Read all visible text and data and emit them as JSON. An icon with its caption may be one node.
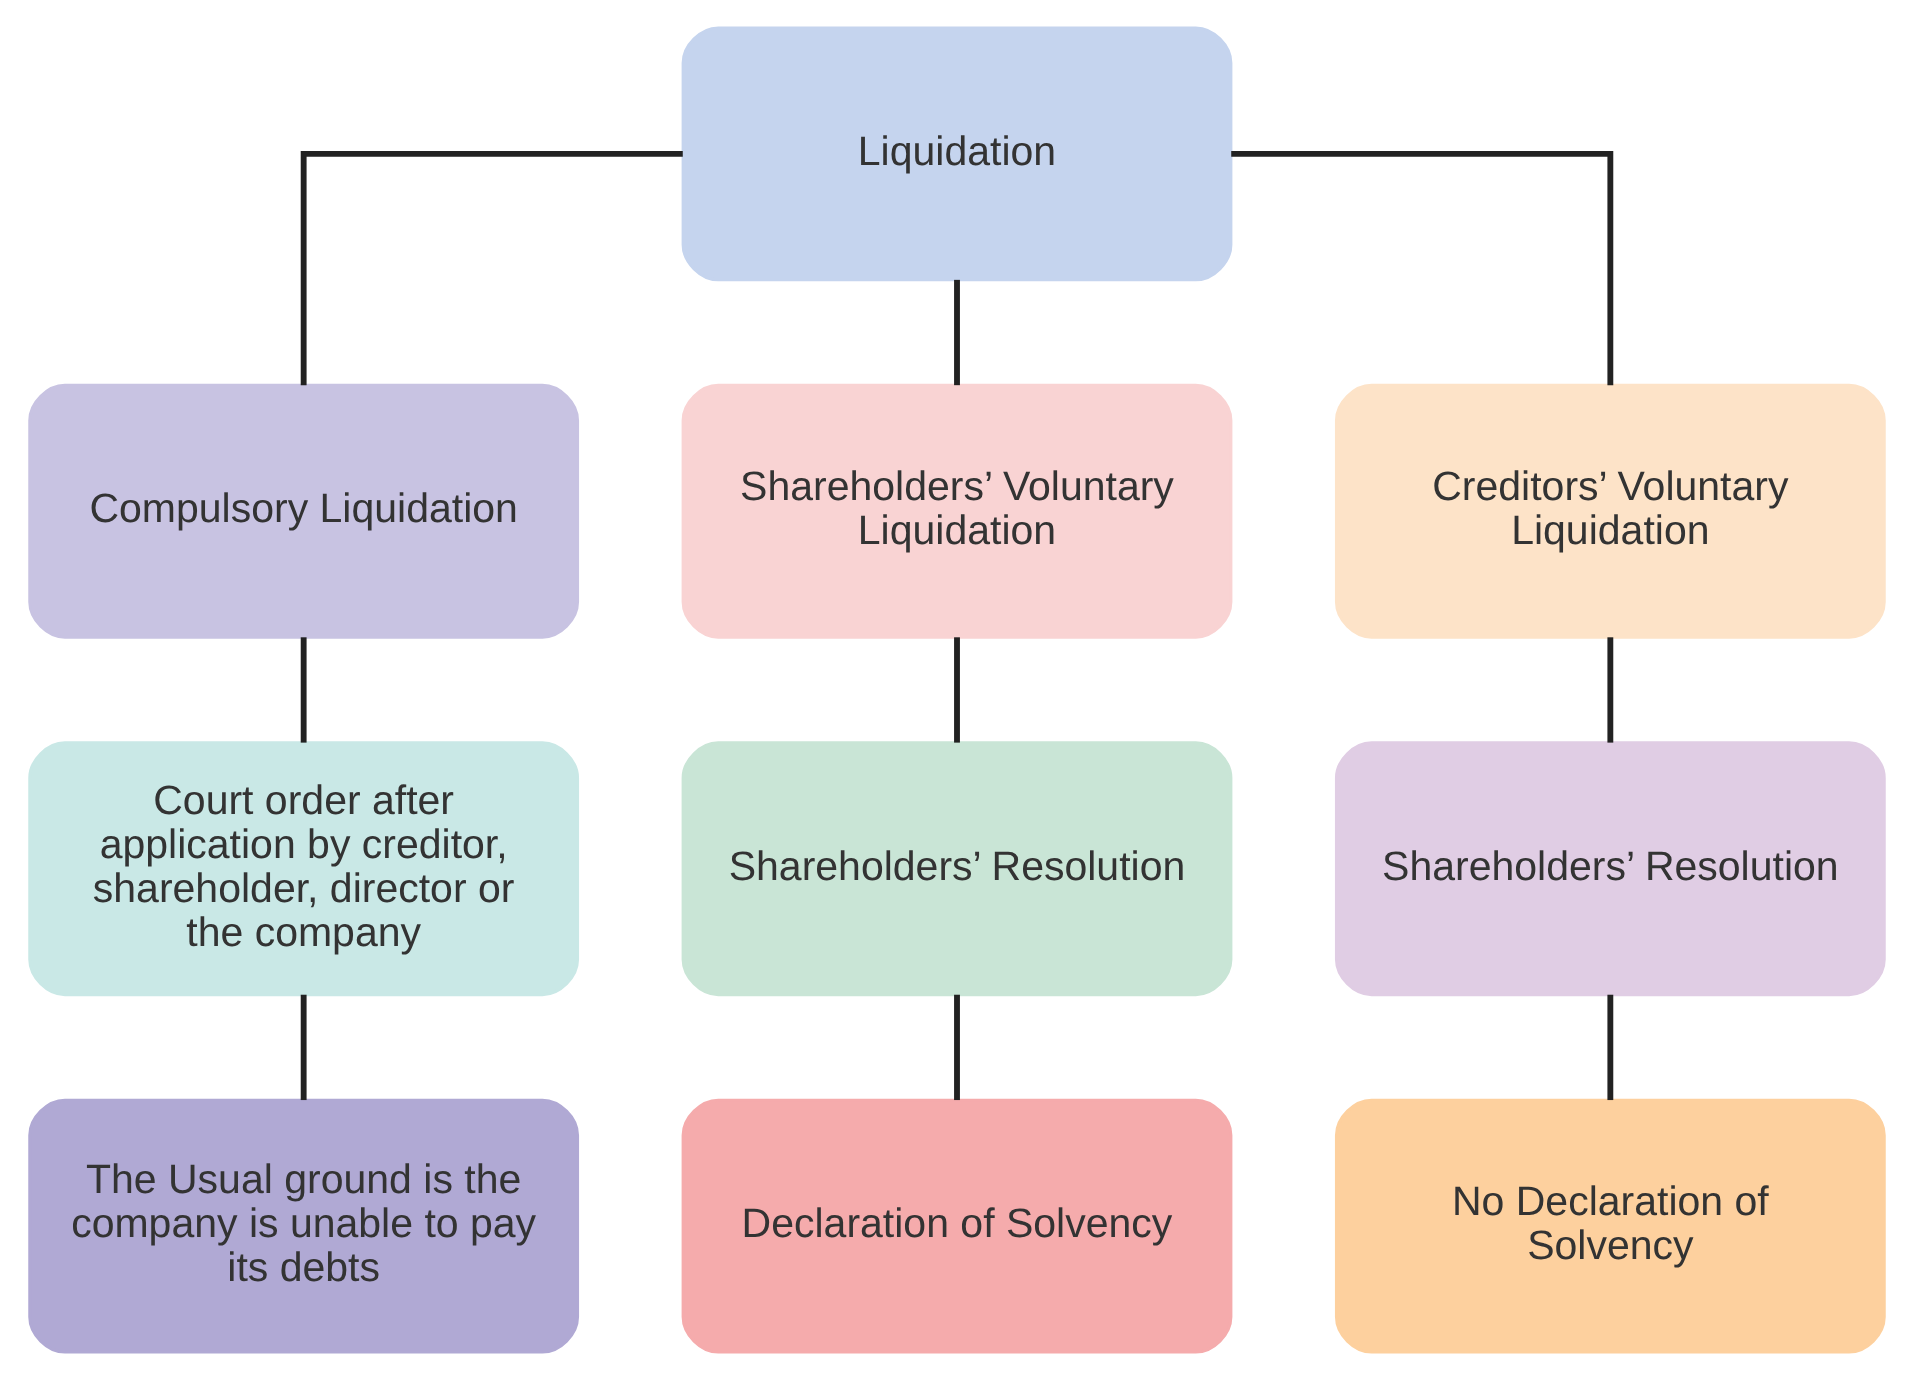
{
  "diagram": {
    "nodes": [
      {
        "text": [
          "Liquidation"
        ]
      },
      {
        "text": [
          "Compulsory Liquidation"
        ]
      },
      {
        "text": [
          "Shareholders’ Voluntary Liquidation"
        ]
      },
      {
        "text": [
          "Creditors’ Voluntary Liquidation"
        ]
      },
      {
        "text": [
          "Court order after application by creditor, shareholder, director or the company"
        ]
      },
      {
        "text": [
          "Shareholders’ Resolution"
        ]
      },
      {
        "text": [
          "Shareholders’ Resolution"
        ]
      },
      {
        "text": [
          "The Usual ground is the company is unable to pay its debts"
        ]
      },
      {
        "text": [
          "Declaration of Solvency"
        ]
      },
      {
        "text": [
          "No Declaration of Solvency"
        ]
      }
    ],
    "edges": [
      {
        "from": 0,
        "to": 1,
        "arrow": "none"
      },
      {
        "from": 0,
        "to": 2,
        "arrow": "none"
      },
      {
        "from": 0,
        "to": 3,
        "arrow": "none"
      },
      {
        "from": 1,
        "to": 4,
        "arrow": "none"
      },
      {
        "from": 2,
        "to": 5,
        "arrow": "none"
      },
      {
        "from": 3,
        "to": 6,
        "arrow": "none"
      },
      {
        "from": 4,
        "to": 7,
        "arrow": "none"
      },
      {
        "from": 5,
        "to": 8,
        "arrow": "none"
      },
      {
        "from": 6,
        "to": 9,
        "arrow": "none"
      }
    ]
  }
}
